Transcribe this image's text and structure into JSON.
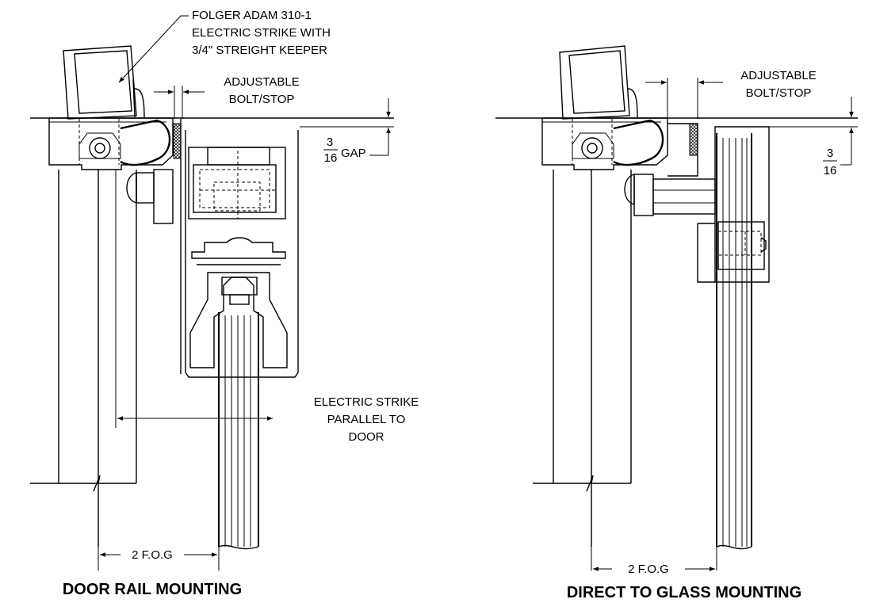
{
  "labels": {
    "strike_line1": "FOLGER ADAM 310-1",
    "strike_line2": "ELECTRIC STRIKE WITH",
    "strike_line3": "3/4\" STREIGHT KEEPER",
    "adjustable_line1": "ADJUSTABLE",
    "adjustable_line2": "BOLT/STOP",
    "gap_num": "3",
    "gap_den": "16",
    "gap_word": "GAP",
    "parallel_line1": "ELECTRIC STRIKE",
    "parallel_line2": "PARALLEL TO",
    "parallel_line3": "DOOR",
    "fog_dim": "2 F.O.G"
  },
  "right_labels": {
    "adjustable_line1": "ADJUSTABLE",
    "adjustable_line2": "BOLT/STOP",
    "gap_num": "3",
    "gap_den": "16",
    "fog_dim": "2 F.O.G"
  },
  "titles": {
    "left": "DOOR RAIL MOUNTING",
    "right": "DIRECT TO GLASS MOUNTING"
  }
}
